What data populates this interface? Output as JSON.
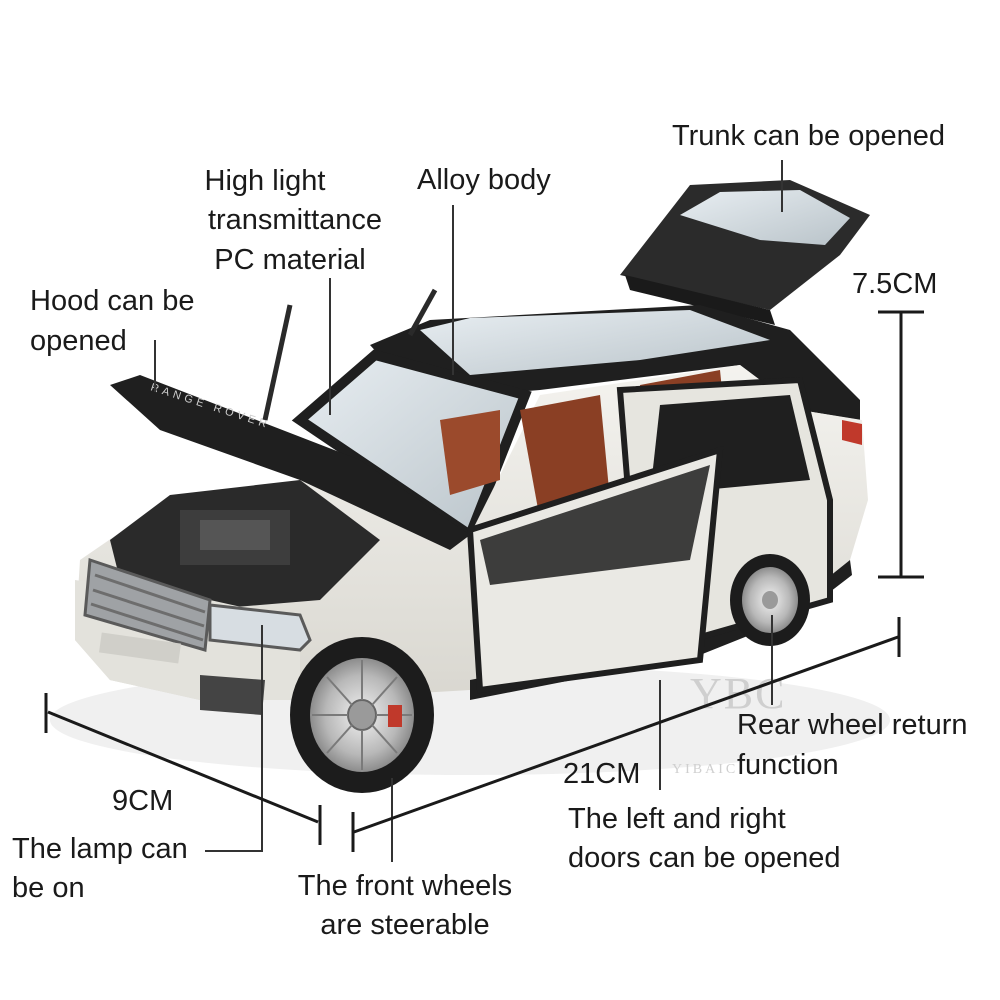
{
  "labels": {
    "trunk": "Trunk can be opened",
    "alloy": "Alloy body",
    "light_1": "High light",
    "light_2": "transmittance",
    "light_3": "PC material",
    "hood_1": "Hood can be",
    "hood_2": "opened",
    "height": "7.5CM",
    "width": "9CM",
    "length": "21CM",
    "rear_1": "Rear wheel return",
    "rear_2": "function",
    "doors_1": "The left and right",
    "doors_2": "doors can be opened",
    "lamp_1": "The lamp can",
    "lamp_2": "be on",
    "front_1": "The front wheels",
    "front_2": "are steerable"
  },
  "hood_lettering": "RANGE ROVER",
  "watermark": {
    "logo": "YBC",
    "text": "YIBAIC"
  },
  "colors": {
    "body": "#ecebe6",
    "roof": "#1f1f1f",
    "interior": "#8a3f24",
    "chrome": "#b9bcbf",
    "text": "#1a1a1a",
    "line": "#333333"
  }
}
